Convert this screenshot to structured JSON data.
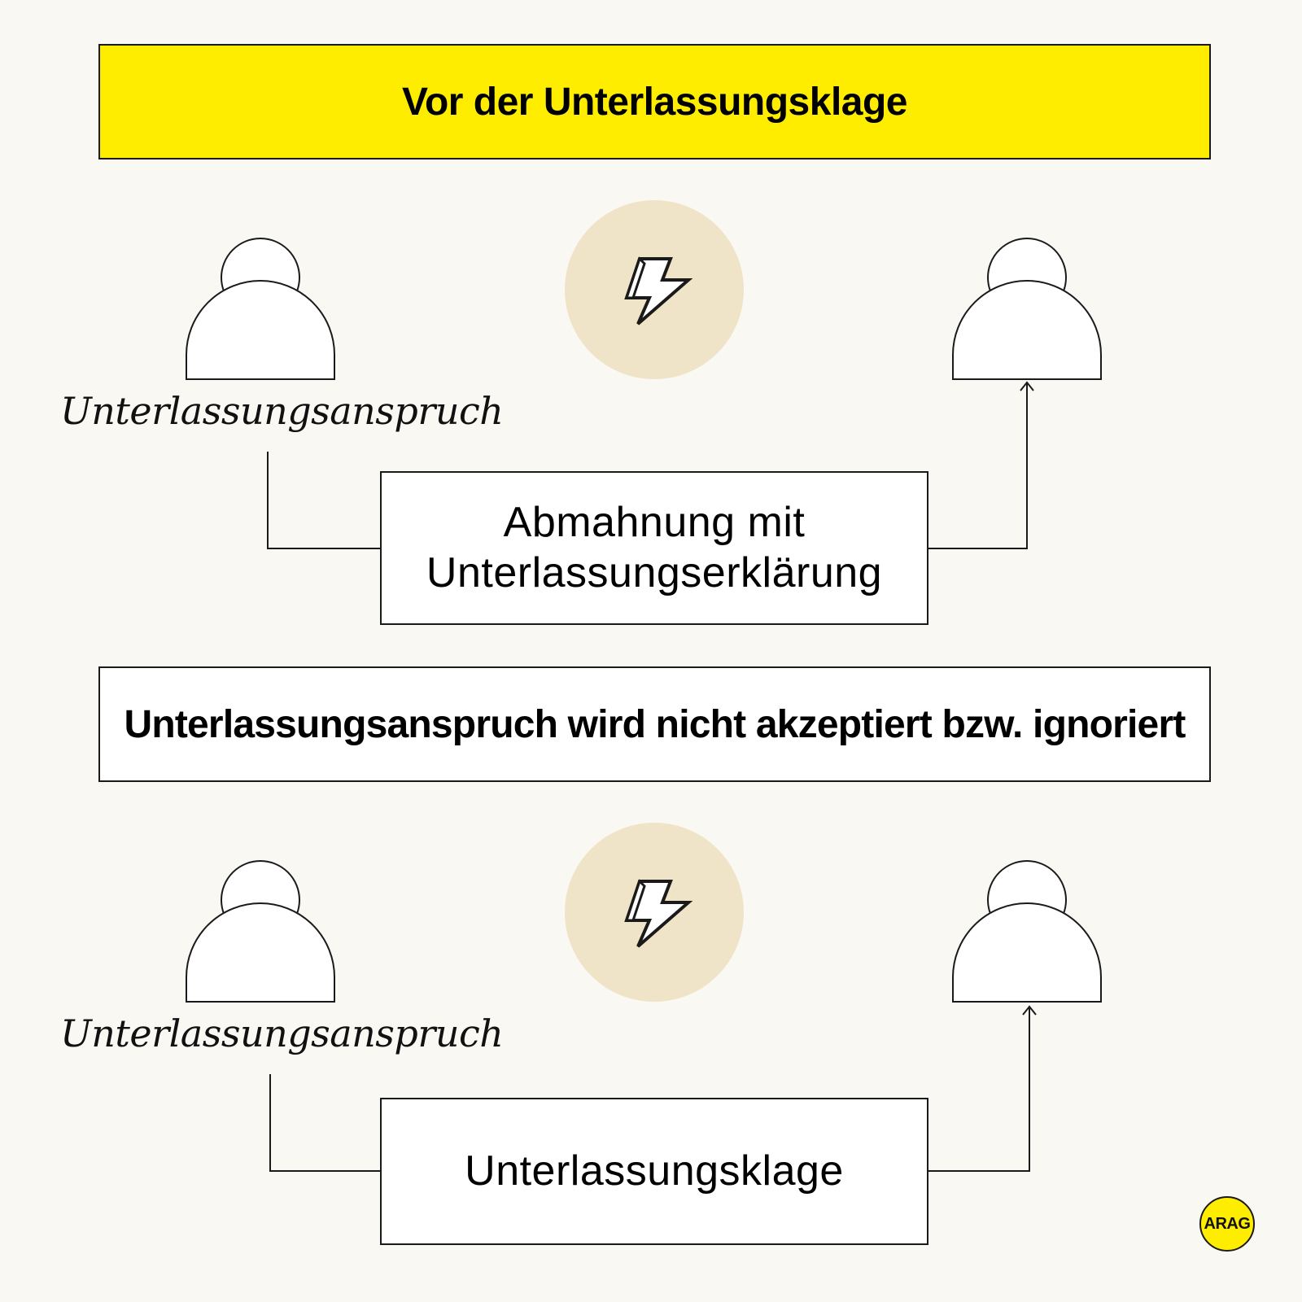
{
  "colors": {
    "background": "#faf8f3",
    "title_fill": "#ffed00",
    "conflict_circle": "#f0e4c8",
    "outline": "#1a1a1a",
    "logo_fill": "#ffed00"
  },
  "icons": [
    "person-icon",
    "lightning-icon"
  ],
  "title": "Vor der Unterlassungsklage",
  "stage1": {
    "claim_label": "Unterlassungsanspruch",
    "step_line1": "Abmahnung mit",
    "step_line2": "Unterlassungserklärung"
  },
  "banner": "Unterlassungsanspruch wird nicht akzeptiert bzw. ignoriert",
  "stage2": {
    "claim_label": "Unterlassungsanspruch",
    "step": "Unterlassungsklage"
  },
  "logo": "ARAG"
}
